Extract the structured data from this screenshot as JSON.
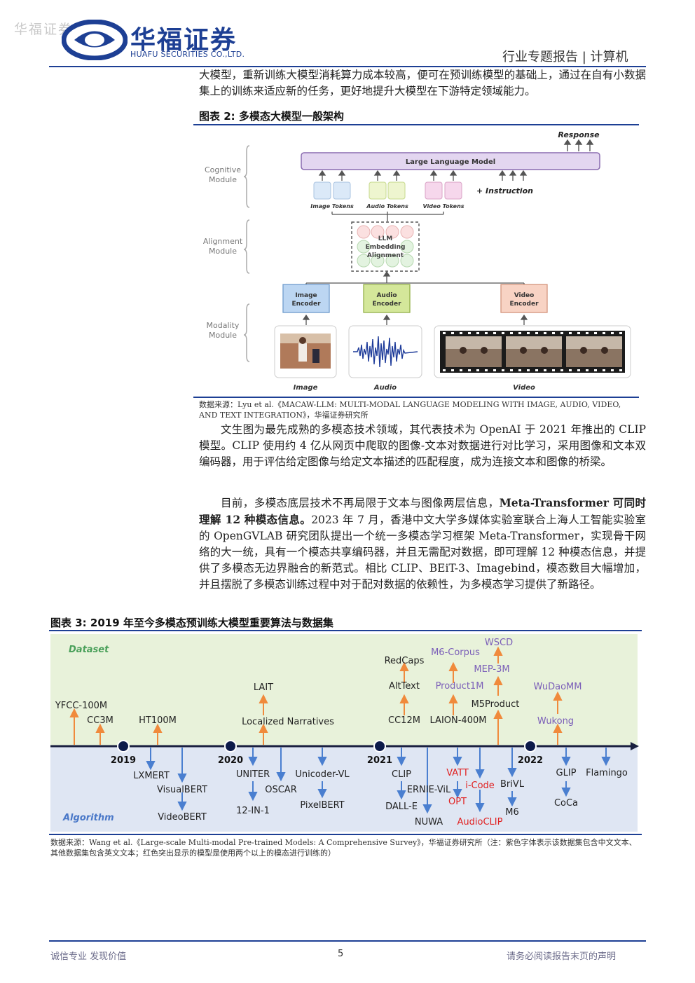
{
  "header": {
    "watermark": "华福证券",
    "logo_cn": "华福证券",
    "logo_en": "HUAFU SECURITIES CO.,LTD.",
    "section": "行业专题报告 | 计算机"
  },
  "intro_text": "大模型，重新训练大模型消耗算力成本较高，便可在预训练模型的基础上，通过在自有小数据集上的训练来适应新的任务，更好地提升大模型在下游特定领域能力。",
  "figure2": {
    "title": "图表 2:  多模态大模型一般架构",
    "modules": [
      "Cognitive Module",
      "Alignment Module",
      "Modality Module"
    ],
    "llm_label": "Large Language Model",
    "response_label": "Response",
    "instruction_label": "+ Instruction",
    "token_labels": [
      "Image Tokens",
      "Audio Tokens",
      "Video Tokens"
    ],
    "alignment_label": "LLM Embedding Alignment",
    "encoders": [
      "Image Encoder",
      "Audio Encoder",
      "Video Encoder"
    ],
    "inputs": [
      "Image",
      "Audio",
      "Video"
    ],
    "source": "数据来源：Lyu et al.《MACAW-LLM: MULTI-MODAL LANGUAGE MODELING WITH IMAGE, AUDIO, VIDEO, AND TEXT INTEGRATION》，华福证券研究所"
  },
  "para_clip": "文生图为最先成熟的多模态技术领域，其代表技术为 OpenAI 于 2021 年推出的 CLIP 模型。CLIP 使用约 4 亿从网页中爬取的图像-文本对数据进行对比学习，采用图像和文本双编码器，用于评估给定图像与给定文本描述的匹配程度，成为连接文本和图像的桥梁。",
  "para_meta": {
    "lead": "目前，多模态底层技术不再局限于文本与图像两层信息，",
    "bold": "Meta-Transformer 可同时理解 12 种模态信息。",
    "rest": "2023 年 7 月，香港中文大学多媒体实验室联合上海人工智能实验室的 OpenGVLAB 研究团队提出一个统一多模态学习框架 Meta-Transformer，实现骨干网络的大一统，具有一个模态共享编码器，并且无需配对数据，即可理解 12 种模态信息，并提供了多模态无边界融合的新范式。相比 CLIP、BEiT-3、Imagebind，模态数目大幅增加，并且摆脱了多模态训练过程中对于配对数据的依赖性，为多模态学习提供了新路径。"
  },
  "figure3": {
    "title": "图表 3:  2019 年至今多模态预训练大模型重要算法与数据集",
    "dataset_label": "Dataset",
    "algorithm_label": "Algorithm",
    "years": [
      "2019",
      "2020",
      "2021",
      "2022"
    ],
    "datasets": [
      "YFCC-100M",
      "CC3M",
      "HT100M",
      "LAIT",
      "Localized Narratives",
      "RedCaps",
      "AltText",
      "CC12M",
      "M6-Corpus",
      "Product1M",
      "LAION-400M",
      "WSCD",
      "MEP-3M",
      "M5Product",
      "WuDaoMM",
      "Wukong"
    ],
    "algorithms": [
      "LXMERT",
      "VisualBERT",
      "VideoBERT",
      "UNITER",
      "12-IN-1",
      "OSCAR",
      "Unicoder-VL",
      "PixelBERT",
      "CLIP",
      "DALL-E",
      "ERNIE-ViL",
      "NUWA",
      "VATT",
      "OPT",
      "i-Code",
      "AudioCLIP",
      "BriVL",
      "M6",
      "GLIP",
      "CoCa",
      "Flamingo"
    ],
    "colors": {
      "english": "#222222",
      "chinese": "#7b5fb8",
      "multi_modal": "#e02020",
      "arrow_up": "#f08a3c",
      "arrow_down": "#4a7fd0"
    },
    "source": "数据来源：Wang et al.《Large-scale Multi-modal Pre-trained Models: A Comprehensive Survey》，华福证券研究所（注：紫色字体表示该数据集包含中文文本、其他数据集包含英文文本；红色突出显示的模型是使用两个以上的模态进行训练的）"
  },
  "footer": {
    "left": "诚信专业  发现价值",
    "page": "5",
    "right": "请务必阅读报告末页的声明"
  }
}
